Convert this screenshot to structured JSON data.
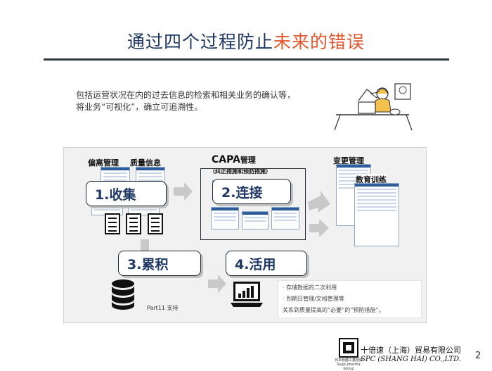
{
  "slide": {
    "title_main": "通过四个过程防止",
    "title_highlight": "未来的错误",
    "intro_line1": "包括运营状况在内的过去信息的检索和相关业务的确认等，",
    "intro_line2": "将业务“可视化”，确立可追溯性。",
    "page_number": "2"
  },
  "diagram": {
    "hdr_deviation": "偏离管理",
    "hdr_quality": "质量信息",
    "capa_title": "CAPA",
    "capa_suffix": "管理",
    "capa_sub": "（纠正措施和预防措施）",
    "hdr_change": "变更管理",
    "hdr_training": "教育训练",
    "step1": "1.收集",
    "step2": "2.连接",
    "step3": "3.累积",
    "step4": "4.活用",
    "part11": "Part11 支持",
    "notes": [
      "· 存储数据的二次利用",
      "· 到期日管理/文档管理等",
      "关系到质量提高的“必要”的“预防措施”。"
    ]
  },
  "footer": {
    "company_cn": "十倍速（上海）貿易有限公司",
    "company_en": "SPC (SHANG HAI) CO.,LTD.",
    "logo_caption_1": "日本粉體工業技術",
    "logo_caption_2": "Sugo pharma Group"
  },
  "colors": {
    "title_blue": "#1f3864",
    "title_accent": "#e4572e",
    "step_text": "#1f3864",
    "arrow_gray": "#c9c9c9"
  },
  "icons": [
    "desk-illustration-icon",
    "document-icon",
    "database-icon",
    "laptop-chart-icon",
    "company-logo-icon"
  ]
}
